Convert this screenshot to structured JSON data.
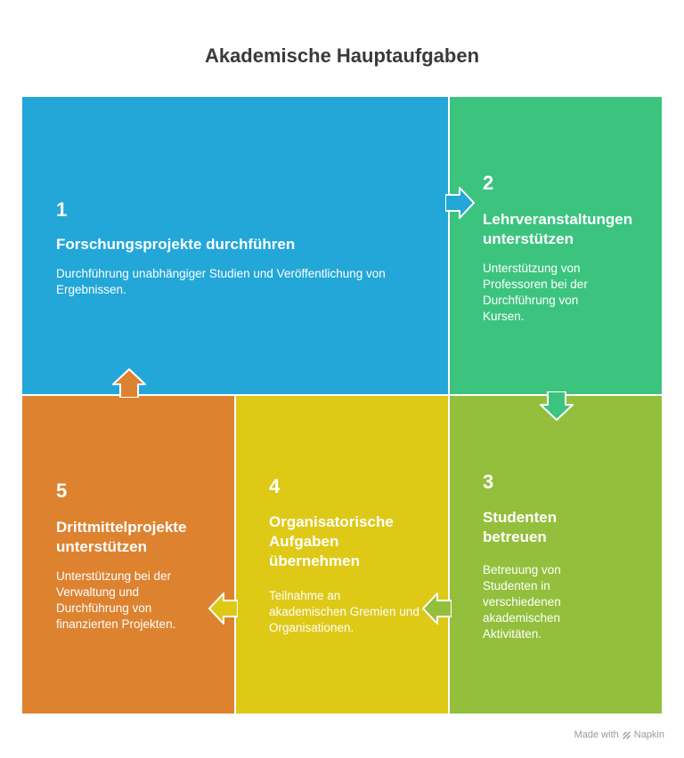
{
  "title": "Akademische Hauptaufgaben",
  "steps": [
    {
      "num": "1",
      "heading": "Forschungsprojekte durchführen",
      "description": "Durchführung unabhängiger Studien und Veröffentlichung von Ergebnissen.",
      "color": "#22a7d8"
    },
    {
      "num": "2",
      "heading": "Lehrveranstaltungen unterstützen",
      "description": "Unterstützung von Professoren bei der Durchführung von Kursen.",
      "color": "#3cc47f"
    },
    {
      "num": "3",
      "heading": "Studenten betreuen",
      "description": "Betreuung von Studenten in verschiedenen akademischen Aktivitäten.",
      "color": "#93bf3c"
    },
    {
      "num": "4",
      "heading": "Organisatorische Aufgaben übernehmen",
      "description": "Teilnahme an akademischen Gremien und Organisationen.",
      "color": "#dec917"
    },
    {
      "num": "5",
      "heading": "Drittmittelprojekte unterstützen",
      "description": "Unterstützung bei der Verwaltung und Durchführung von finanzierten Projekten.",
      "color": "#dd8330"
    }
  ],
  "footer": {
    "prefix": "Made with",
    "brand": "Napkin",
    "icon": "napkin-logo-icon"
  }
}
